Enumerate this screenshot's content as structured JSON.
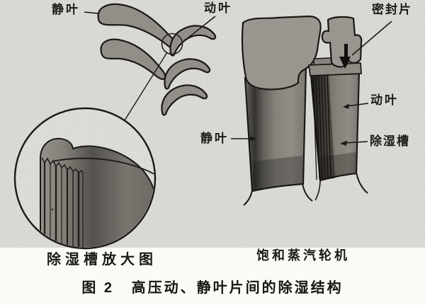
{
  "colors": {
    "paper": "#fbfaf6",
    "ink": "#1f1d1a",
    "shape_fill": "#a9a59e",
    "dark_band": "#3e3c37"
  },
  "enlarged_view": {
    "stator_label": "静叶",
    "rotor_label": "动叶",
    "caption": "除湿槽放大图"
  },
  "turbine_view": {
    "seal_strip_label": "密封片",
    "rotor_label": "动叶",
    "stator_label": "静叶",
    "groove_label": "除湿槽",
    "caption": "饱和蒸汽轮机"
  },
  "figure_caption": {
    "number": "图 2",
    "title": "高压动、静叶片间的除湿结构"
  }
}
